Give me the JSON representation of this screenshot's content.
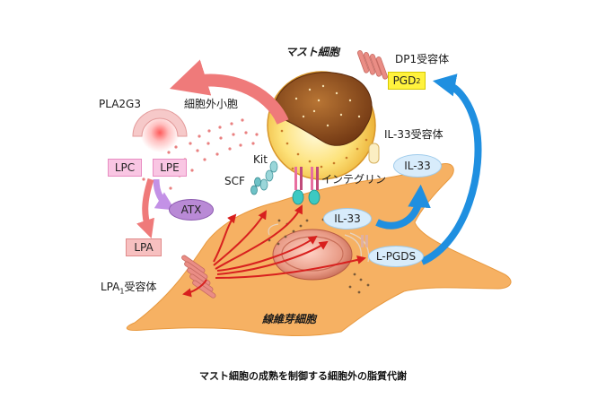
{
  "labels": {
    "mast_cell": "マスト細胞",
    "dp1": "DP1受容体",
    "pgd": "PGD",
    "pgd_sub": "2",
    "il33_receptor": "IL-33受容体",
    "pla2g3": "PLA2G3",
    "vesicle": "細胞外小胞",
    "lpc": "LPC",
    "lpe": "LPE",
    "kit": "Kit",
    "scf": "SCF",
    "integrin": "インテグリン",
    "il33_top": "IL-33",
    "il33_mid": "IL-33",
    "atx": "ATX",
    "lpa": "LPA",
    "lpgds": "L-PGDS",
    "lpa1_pre": "LPA",
    "lpa1_sub": "1",
    "lpa1_post": "受容体",
    "fibroblast": "線維芽細胞"
  },
  "caption": "マスト細胞の成熟を制御する細胞外の脂質代謝",
  "colors": {
    "fibroblast": "#f6b163",
    "mast_cell": "#f9d35a",
    "nucleus_mast": "#7a3d12",
    "arrow_red": "#d8201e",
    "arrow_blue": "#1f8fe0",
    "arrow_pink": "#ef7a7a",
    "receptor": "#e48a82"
  }
}
